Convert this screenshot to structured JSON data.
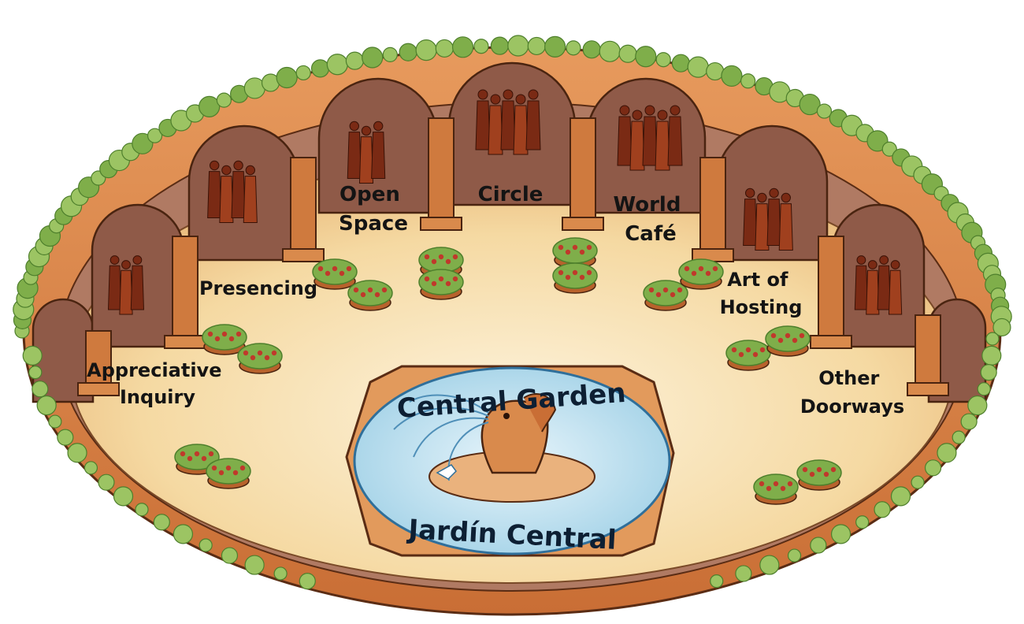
{
  "doorways": [
    {
      "id": "appreciative-inquiry",
      "lines": [
        "Appreciative",
        "Inquiry"
      ]
    },
    {
      "id": "presencing",
      "lines": [
        "Presencing"
      ]
    },
    {
      "id": "open-space",
      "lines": [
        "Open",
        "Space"
      ]
    },
    {
      "id": "circle",
      "lines": [
        "Circle"
      ]
    },
    {
      "id": "world-cafe",
      "lines": [
        "World",
        "Café"
      ]
    },
    {
      "id": "art-of-hosting",
      "lines": [
        "Art of",
        "Hosting"
      ]
    },
    {
      "id": "other-doorways",
      "lines": [
        "Other",
        "Doorways"
      ]
    }
  ],
  "center": {
    "title_en": "Central Garden",
    "title_es": "Jardín Central"
  },
  "colors": {
    "arch": "#d9884f",
    "arch_dark": "#b8622c",
    "floor": "#f6dfb0",
    "floor_center": "#fbeed2",
    "water": "#bfe0ee",
    "water_edge": "#3f8fbd",
    "foliage": "#7fae4a",
    "foliage_dark": "#4e7f2c",
    "flowers": "#c0392b",
    "people": "#7a2a14"
  }
}
